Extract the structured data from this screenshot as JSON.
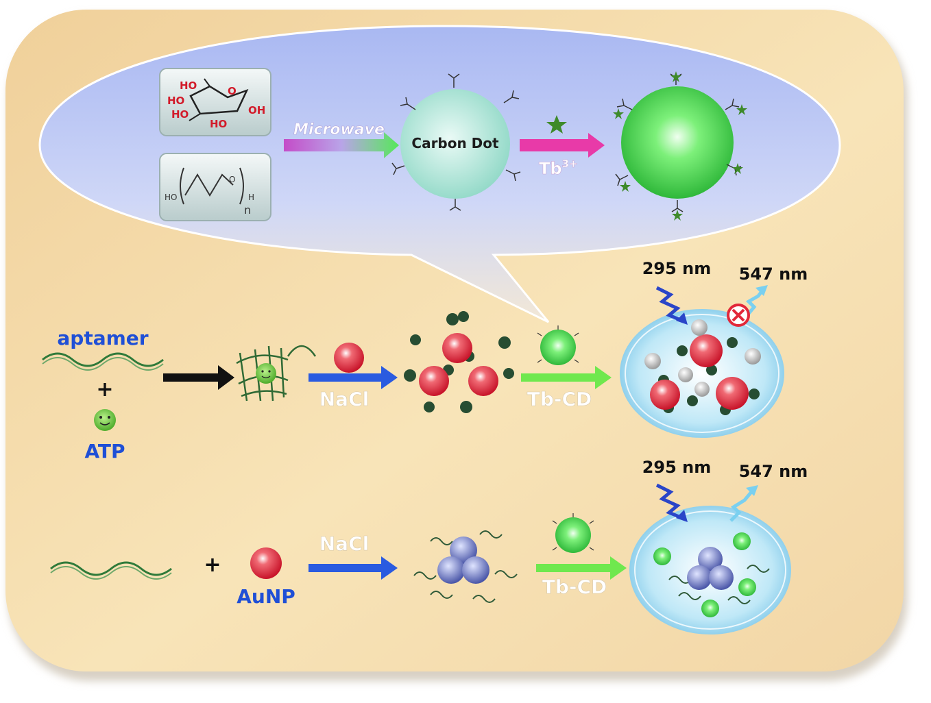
{
  "synthesis": {
    "microwave_label": "Microwave",
    "carbon_dot_label": "Carbon Dot",
    "tb_label_base": "Tb",
    "tb_label_sup": "3+",
    "molecule_glucose": {
      "ho1": "HO",
      "ho2": "HO",
      "ho3": "HO",
      "ho4": "HO",
      "oh": "OH",
      "o": "O"
    },
    "molecule_peg": {
      "ho": "HO",
      "o": "O",
      "h": "H",
      "n": "n"
    }
  },
  "row1": {
    "aptamer_label": "aptamer",
    "plus": "+",
    "atp_label": "ATP",
    "nacl_label": "NaCl",
    "tbcd_label": "Tb-CD",
    "excitation": "295 nm",
    "emission": "547 nm"
  },
  "row2": {
    "plus": "+",
    "aunp_label": "AuNP",
    "nacl_label": "NaCl",
    "tbcd_label": "Tb-CD",
    "excitation": "295 nm",
    "emission": "547 nm"
  },
  "colors": {
    "blue_label": "#1f4fd6",
    "blue_arrow": "#2a5be0",
    "green_arrow": "#6fe84e",
    "pink_arrow": "#e83aa8",
    "red_np": "#e2283a",
    "background": "#f5dcae"
  }
}
